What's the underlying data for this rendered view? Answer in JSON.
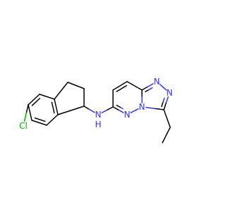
{
  "molecule": {
    "atoms": {
      "cl": {
        "label": "Cl",
        "color": "#00b400"
      },
      "nh": {
        "label": "N",
        "color": "#3333ff"
      },
      "h": {
        "label": "H",
        "color": "#3333ff"
      },
      "n1": {
        "label": "N",
        "color": "#3333ff"
      },
      "n2": {
        "label": "N",
        "color": "#3333ff"
      },
      "n3": {
        "label": "N",
        "color": "#3333ff"
      },
      "n4": {
        "label": "N",
        "color": "#3333ff"
      }
    },
    "colors": {
      "carbon_bond": "#000000",
      "nitrogen": "#3333ff",
      "chlorine": "#00b400",
      "background": "#ffffff"
    }
  }
}
